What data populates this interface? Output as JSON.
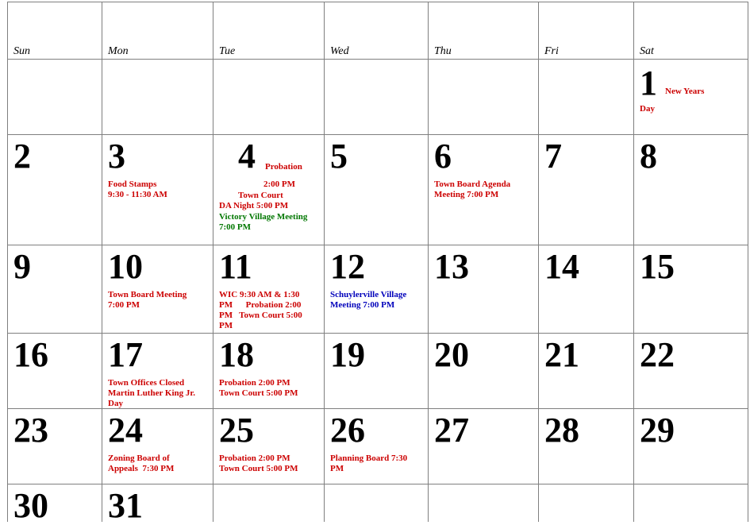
{
  "weekdays": [
    "Sun",
    "Mon",
    "Tue",
    "Wed",
    "Thu",
    "Fri",
    "Sat"
  ],
  "days": {
    "d1": "1",
    "d2": "2",
    "d3": "3",
    "d4": "4",
    "d5": "5",
    "d6": "6",
    "d7": "7",
    "d8": "8",
    "d9": "9",
    "d10": "10",
    "d11": "11",
    "d12": "12",
    "d13": "13",
    "d14": "14",
    "d15": "15",
    "d16": "16",
    "d17": "17",
    "d18": "18",
    "d19": "19",
    "d20": "20",
    "d21": "21",
    "d22": "22",
    "d23": "23",
    "d24": "24",
    "d25": "25",
    "d26": "26",
    "d27": "27",
    "d28": "28",
    "d29": "29",
    "d30": "30",
    "d31": "31"
  },
  "events": {
    "new_years_1": "New Years",
    "new_years_2": "Day",
    "food_stamps_1": "Food Stamps",
    "food_stamps_2": "9:30 - 11:30 AM",
    "probation_4_1": "Probation",
    "probation_4_2": "2:00 PM",
    "town_court_4": "Town Court",
    "da_night_4": "DA Night 5:00 PM",
    "victory_village_1": "Victory Village Meeting",
    "victory_village_2": "7:00 PM",
    "agenda_6_1": "Town Board Agenda",
    "agenda_6_2": "Meeting  7:00  PM",
    "tbm_10_1": "Town Board Meeting",
    "tbm_10_2": "7:00 PM",
    "d11_line1": "WIC 9:30 AM & 1:30",
    "d11_line2": "PM      Probation 2:00",
    "d11_line3": "PM   Town Court 5:00",
    "d11_line4": "PM",
    "schuylerville_1": "Schuylerville Village",
    "schuylerville_2": "Meeting 7:00 PM",
    "closed_17_1": "Town Offices Closed",
    "closed_17_2": "Martin Luther King Jr.",
    "closed_17_3": "Day",
    "prob_18": "Probation 2:00 PM",
    "court_18": "Town Court 5:00 PM",
    "zoning_24_1": "Zoning Board of",
    "zoning_24_2": "Appeals  7:30 PM",
    "prob_25": "Probation 2:00 PM",
    "court_25": "Town Court 5:00 PM",
    "planning_26_1": "Planning Board 7:30",
    "planning_26_2": "PM"
  },
  "colors": {
    "event_red": "#cc0000",
    "event_green": "#007700",
    "event_blue": "#0000bb",
    "grid": "#7f7f7f"
  }
}
